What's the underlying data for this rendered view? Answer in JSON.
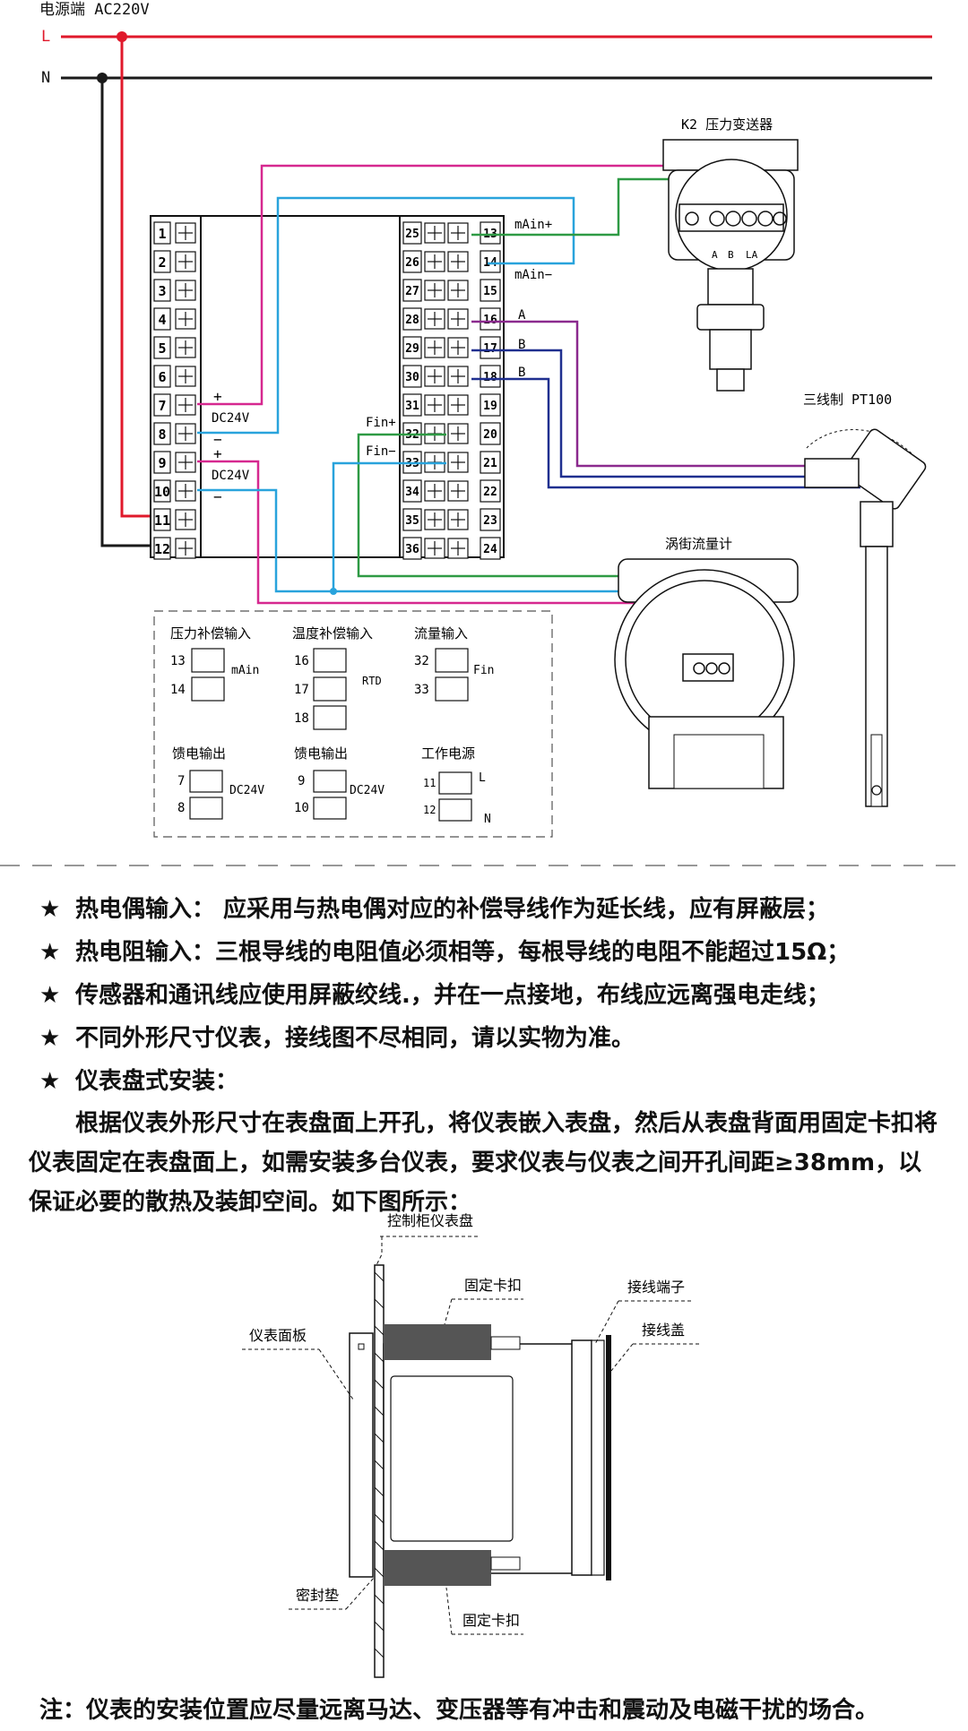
{
  "power": {
    "title": "电源端 AC220V",
    "line_L": "L",
    "line_N": "N"
  },
  "terminals": {
    "left": [
      "1",
      "2",
      "3",
      "4",
      "5",
      "6",
      "7",
      "8",
      "9",
      "10",
      "11",
      "12"
    ],
    "right_inner": [
      "25",
      "26",
      "27",
      "28",
      "29",
      "30",
      "31",
      "32",
      "33",
      "34",
      "35",
      "36"
    ],
    "right_outer": [
      "13",
      "14",
      "15",
      "16",
      "17",
      "18",
      "19",
      "20",
      "21",
      "22",
      "23",
      "24"
    ]
  },
  "labels": {
    "plus": "+",
    "minus": "−",
    "dc24v": "DC24V",
    "main_plus": "mAin+",
    "main_minus": "mAin−",
    "a": "A",
    "b": "B",
    "fin_plus": "Fin+",
    "fin_minus": "Fin−",
    "k2_title": "K2 压力变送器",
    "k2_terminal_a": "A",
    "k2_terminal_b": "B",
    "k2_terminal_la": "LA",
    "pt100_title": "三线制 PT100",
    "flowmeter_title": "涡街流量计"
  },
  "legend": {
    "pressure": {
      "title": "压力补偿输入",
      "t1": "13",
      "t2": "14",
      "sig": "mAin"
    },
    "temperature": {
      "title": "温度补偿输入",
      "t1": "16",
      "t2": "17",
      "t3": "18",
      "sig": "RTD"
    },
    "flow": {
      "title": "流量输入",
      "t1": "32",
      "t2": "33",
      "sig": "Fin"
    },
    "feed1": {
      "title": "馈电输出",
      "t1": "7",
      "t2": "8",
      "sig": "DC24V"
    },
    "feed2": {
      "title": "馈电输出",
      "t1": "9",
      "t2": "10",
      "sig": "DC24V"
    },
    "power": {
      "title": "工作电源",
      "t1": "11",
      "t2": "12",
      "l": "L",
      "n": "N"
    }
  },
  "notes": [
    "热电偶输入： 应采用与热电偶对应的补偿导线作为延长线，应有屏蔽层；",
    "热电阻输入：三根导线的电阻值必须相等，每根导线的电阻不能超过15Ω；",
    "传感器和通讯线应使用屏蔽绞线.，并在一点接地，布线应远离强电走线；",
    "不同外形尺寸仪表，接线图不尽相同，请以实物为准。",
    "仪表盘式安装："
  ],
  "install_paragraph": "根据仪表外形尺寸在表盘面上开孔，将仪表嵌入表盘，然后从表盘背面用固定卡扣将仪表固定在表盘面上，如需安装多台仪表，要求仪表与仪表之间开孔间距≥38mm，以保证必要的散热及装卸空间。如下图所示：",
  "mount_diagram": {
    "cabinet_panel": "控制柜仪表盘",
    "clip_top": "固定卡扣",
    "terminal_block": "接线端子",
    "wiring_cover": "接线盖",
    "instrument_panel": "仪表面板",
    "seal": "密封垫",
    "clip_bottom": "固定卡扣"
  },
  "footer_note": "注：仪表的安装位置应尽量远离马达、变压器等有冲击和震动及电磁干扰的场合。",
  "colors": {
    "red": "#e0192b",
    "black": "#1a1a1a",
    "magenta": "#d6288f",
    "cyan": "#29a3dc",
    "green": "#2e9a44",
    "navy": "#1f2f8f",
    "purple": "#8b2a8e"
  }
}
